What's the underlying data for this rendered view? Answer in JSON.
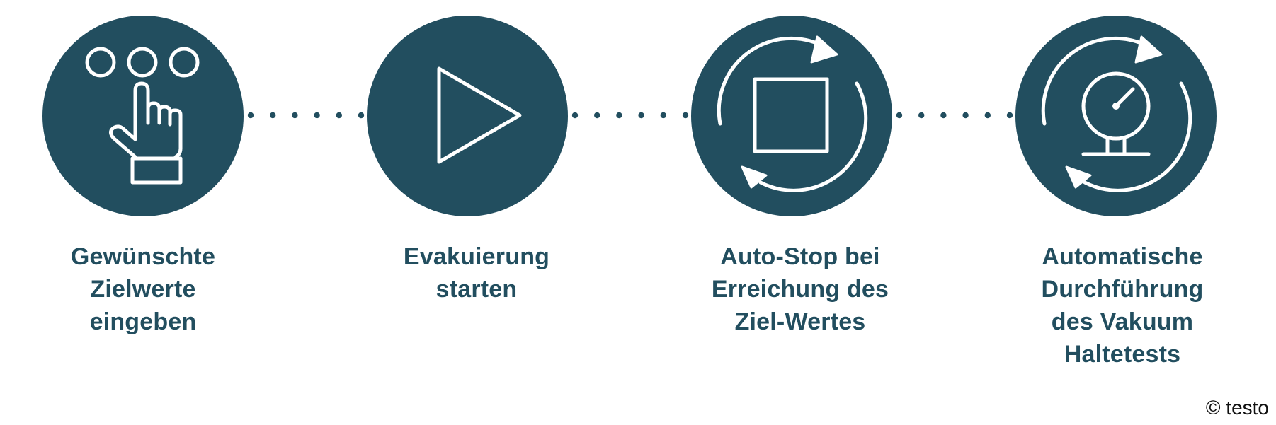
{
  "colors": {
    "circle": "#224e5f",
    "icon_stroke": "#ffffff",
    "label": "#224e5f",
    "connector_dots": "#224e5f"
  },
  "steps": [
    {
      "icon": "hand-pointer-icon",
      "label_lines": [
        "Gewünschte",
        "Zielwerte",
        "eingeben"
      ]
    },
    {
      "icon": "play-icon",
      "label_lines": [
        "Evakuierung",
        "starten"
      ]
    },
    {
      "icon": "stop-cycle-icon",
      "label_lines": [
        "Auto-Stop bei",
        "Erreichung des",
        "Ziel-Wertes"
      ]
    },
    {
      "icon": "pressure-gauge-cycle-icon",
      "label_lines": [
        "Automatische",
        "Durchführung",
        "des Vakuum",
        "Haltetests"
      ]
    }
  ],
  "footer": {
    "copyright": "© testo"
  }
}
